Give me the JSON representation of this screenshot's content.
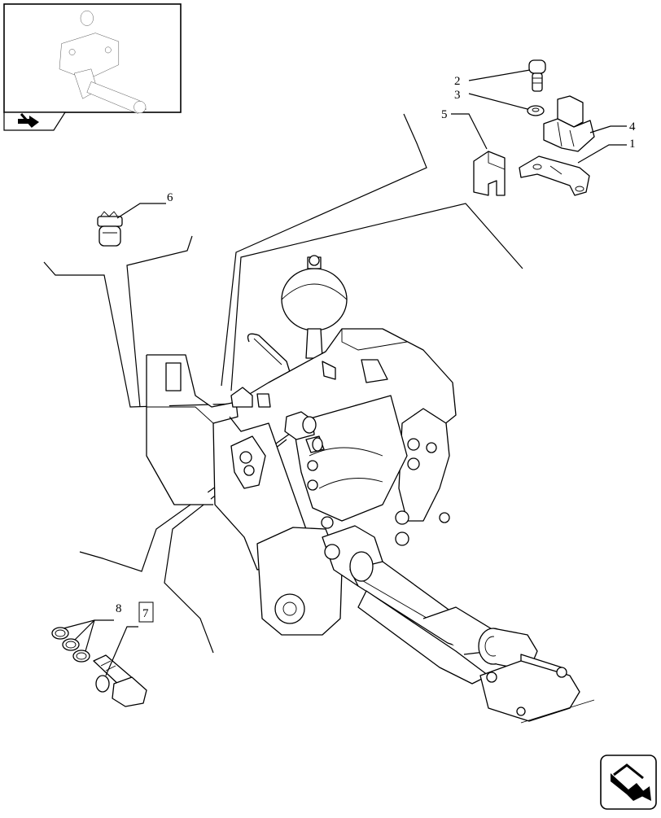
{
  "callouts": {
    "c1": "1",
    "c2": "2",
    "c3": "3",
    "c4": "4",
    "c5": "5",
    "c6": "6",
    "c7": "7",
    "c8": "8"
  },
  "icons": {
    "thumbnail_nav": "prev-page-arrow-icon",
    "next_nav": "next-page-arrow-icon"
  }
}
